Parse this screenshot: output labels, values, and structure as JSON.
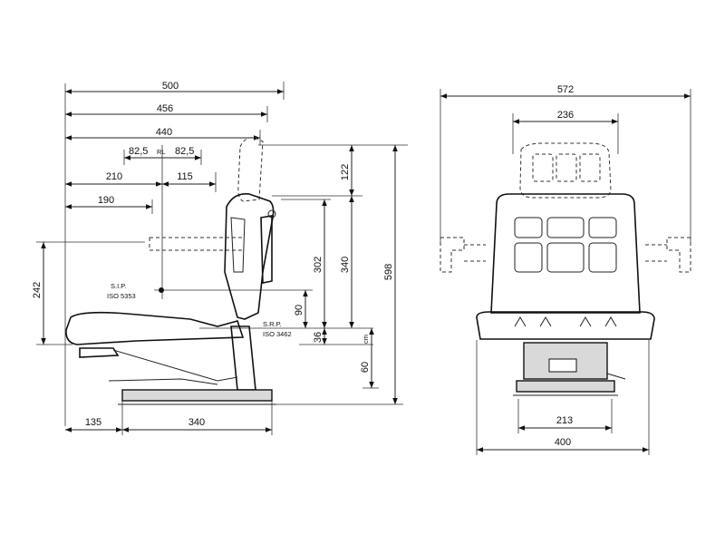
{
  "side_view": {
    "dims": {
      "d500": "500",
      "d456": "456",
      "d440": "440",
      "d82a": "82,5",
      "d82sep": "RL",
      "d82b": "82,5",
      "d210": "210",
      "d115": "115",
      "d190": "190",
      "d242": "242",
      "d122": "122",
      "d302": "302",
      "d340v": "340",
      "d598": "598",
      "d90": "90",
      "d36": "36",
      "d60": "60",
      "dcm": "cm",
      "d135": "135",
      "d340h": "340"
    },
    "sip_label": "S.I.P.",
    "sip_std": "ISO 5353",
    "srp_label": "S.R.P.",
    "srp_std": "ISO 3462"
  },
  "front_view": {
    "dims": {
      "d572": "572",
      "d236": "236",
      "d213": "213",
      "d400": "400"
    }
  }
}
